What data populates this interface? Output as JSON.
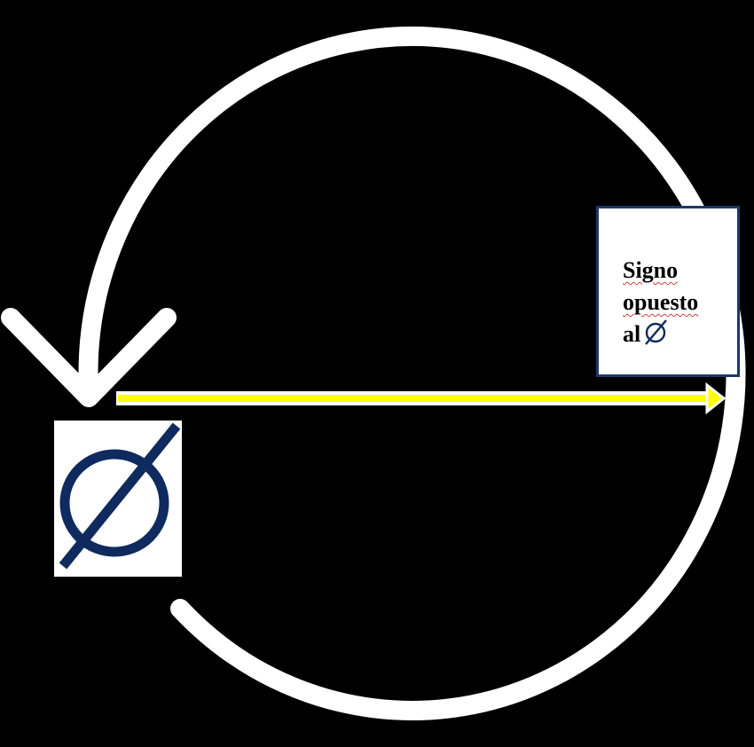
{
  "diagram": {
    "box_label": {
      "line1": "Signo",
      "line2": "opuesto",
      "line3_prefix": "al"
    },
    "symbol_name": "empty-set-icon",
    "colors": {
      "background": "#000000",
      "cycle_arrow": "#ffffff",
      "horizontal_arrow": "#ffff00",
      "symbol": "#0f2a5e",
      "box_border": "#1f3864"
    }
  }
}
